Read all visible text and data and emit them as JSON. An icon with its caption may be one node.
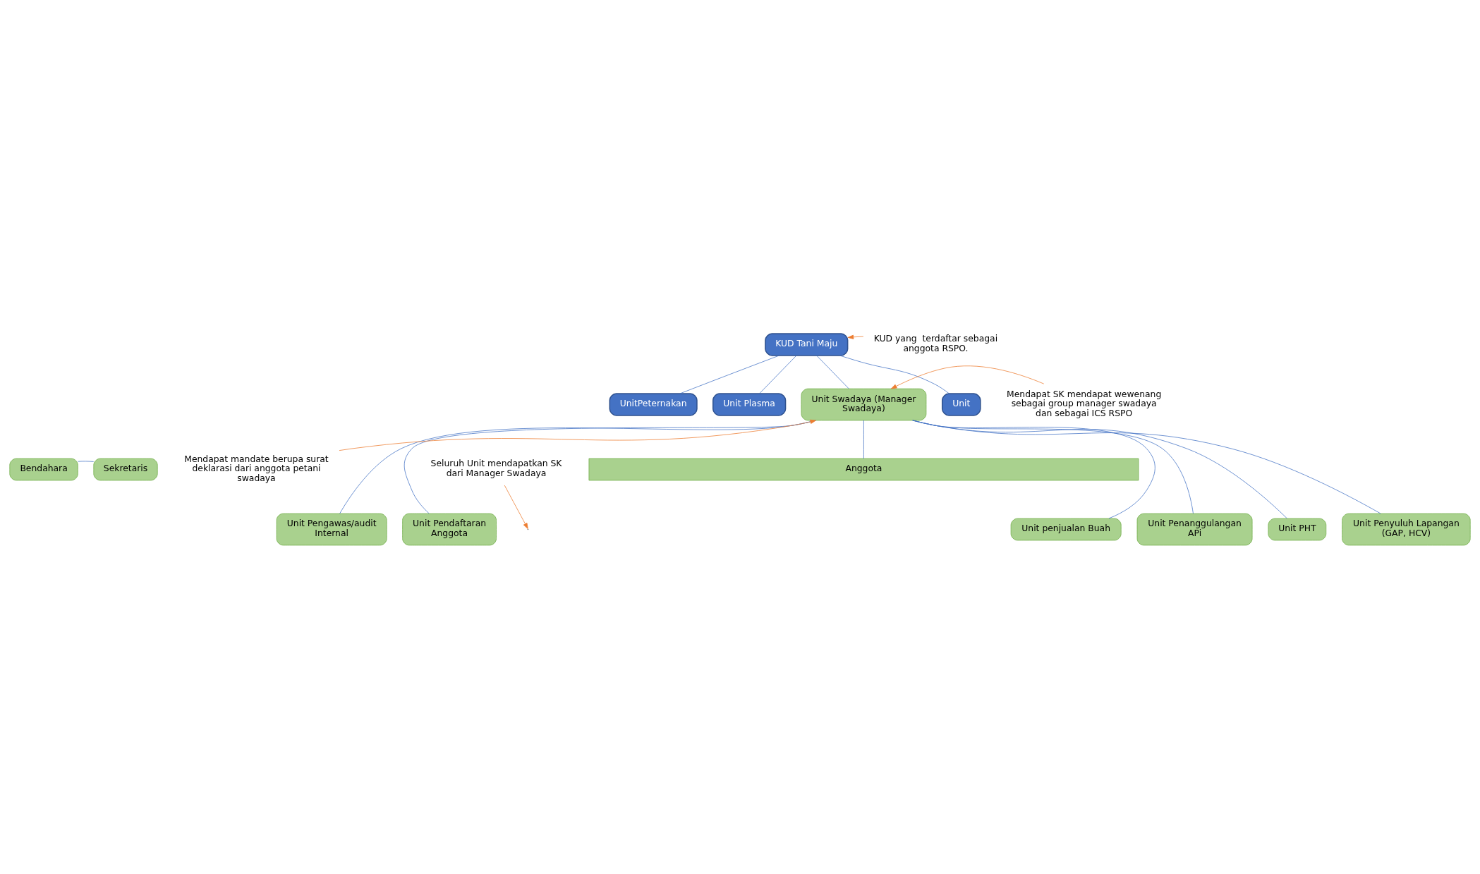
{
  "diagram": {
    "nodes": [
      {
        "text": [
          "KUD Tani Maju"
        ]
      },
      {
        "text": [
          "Unit"
        ]
      },
      {
        "text": [
          "UnitPeternakan"
        ]
      },
      {
        "text": [
          "Unit Plasma"
        ]
      },
      {
        "text": [
          "Unit Swadaya (Manager Swadaya)"
        ]
      },
      {
        "text": [
          "Bendahara"
        ]
      },
      {
        "text": [
          "Sekretaris"
        ]
      },
      {
        "text": [
          "Unit penjualan Buah"
        ]
      },
      {
        "text": [
          "Unit Penanggulangan APi"
        ]
      },
      {
        "text": [
          "Unit PHT"
        ]
      },
      {
        "text": [
          "Unit Penyuluh Lapangan (GAP, HCV)"
        ]
      },
      {
        "text": [
          "Unit Pengawas/audit Internal"
        ]
      },
      {
        "text": [
          "Unit Pendaftaran Anggota"
        ]
      },
      {
        "text": [
          "Anggota"
        ]
      },
      {
        "text": [
          "KUD yang  terdaftar sebagai anggota RSPO."
        ]
      },
      {
        "text": [
          "Mendapat SK mendapat wewenang sebagai group manager swadaya dan sebagai ICS RSPO"
        ]
      },
      {
        "text": [
          "Mendapat mandate berupa surat deklarasi dari anggota petani swadaya"
        ]
      },
      {
        "text": [
          "Seluruh Unit mendapatkan SK dari Manager Swadaya"
        ]
      }
    ],
    "edges": [
      {
        "from": 0,
        "to": 1,
        "arrow": "none"
      },
      {
        "from": 0,
        "to": 2,
        "arrow": "none"
      },
      {
        "from": 0,
        "to": 3,
        "arrow": "none"
      },
      {
        "from": 0,
        "to": 4,
        "arrow": "none"
      },
      {
        "from": 5,
        "to": 6,
        "arrow": "none"
      },
      {
        "from": 4,
        "to": 7,
        "arrow": "none"
      },
      {
        "from": 4,
        "to": 8,
        "arrow": "none"
      },
      {
        "from": 4,
        "to": 9,
        "arrow": "none"
      },
      {
        "from": 4,
        "to": 10,
        "arrow": "none"
      },
      {
        "from": 4,
        "to": 11,
        "arrow": "none"
      },
      {
        "from": 4,
        "to": 12,
        "arrow": "none"
      },
      {
        "from": 4,
        "to": 13,
        "arrow": "none"
      },
      {
        "from": 14,
        "to": 0,
        "arrow": "to",
        "color": "#ed7d31"
      },
      {
        "from": 15,
        "to": 4,
        "arrow": "to",
        "color": "#ed7d31"
      },
      {
        "from": 16,
        "to": 4,
        "arrow": "to",
        "color": "#ed7d31"
      },
      {
        "from": 17,
        "to": null,
        "arrow": "to",
        "color": "#ed7d31"
      }
    ]
  }
}
